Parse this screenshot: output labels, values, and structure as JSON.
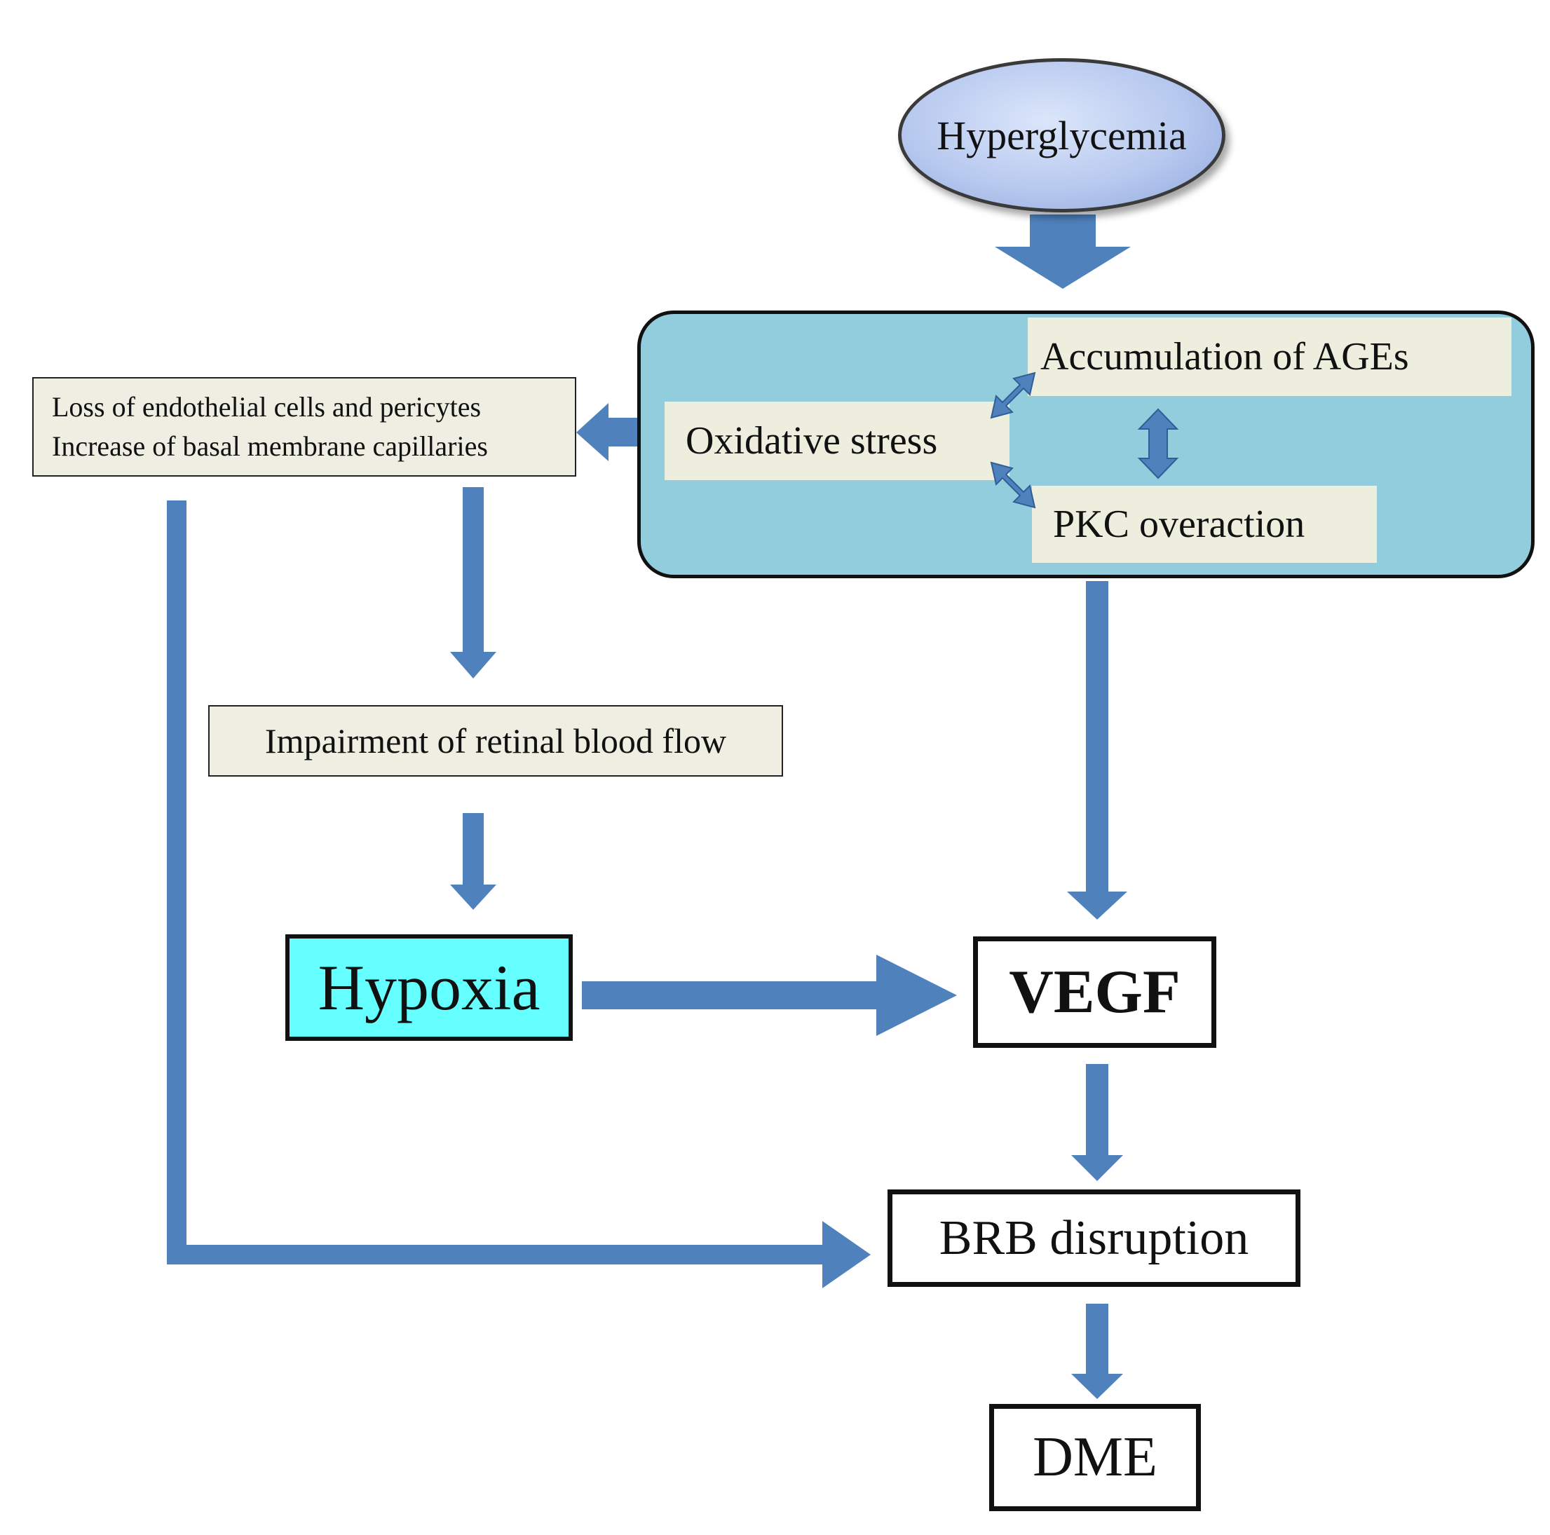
{
  "nodes": {
    "hyperglycemia": "Hyperglycemia",
    "accumulation_ages": "Accumulation  of AGEs",
    "oxidative_stress": "Oxidative  stress",
    "pkc_overaction": "PKC overaction",
    "loss_line1": "Loss of endothelial  cells and pericytes",
    "loss_line2": "Increase of basal membrane capillaries",
    "impairment": "Impairment  of retinal  blood flow",
    "hypoxia": "Hypoxia",
    "vegf": "VEGF",
    "brb": "BRB disruption",
    "dme": "DME"
  },
  "colors": {
    "arrow": "#4f81bd",
    "panel": "#92cddd",
    "hypoxia_fill": "#66ffff",
    "label_fill": "#eeeedf"
  }
}
